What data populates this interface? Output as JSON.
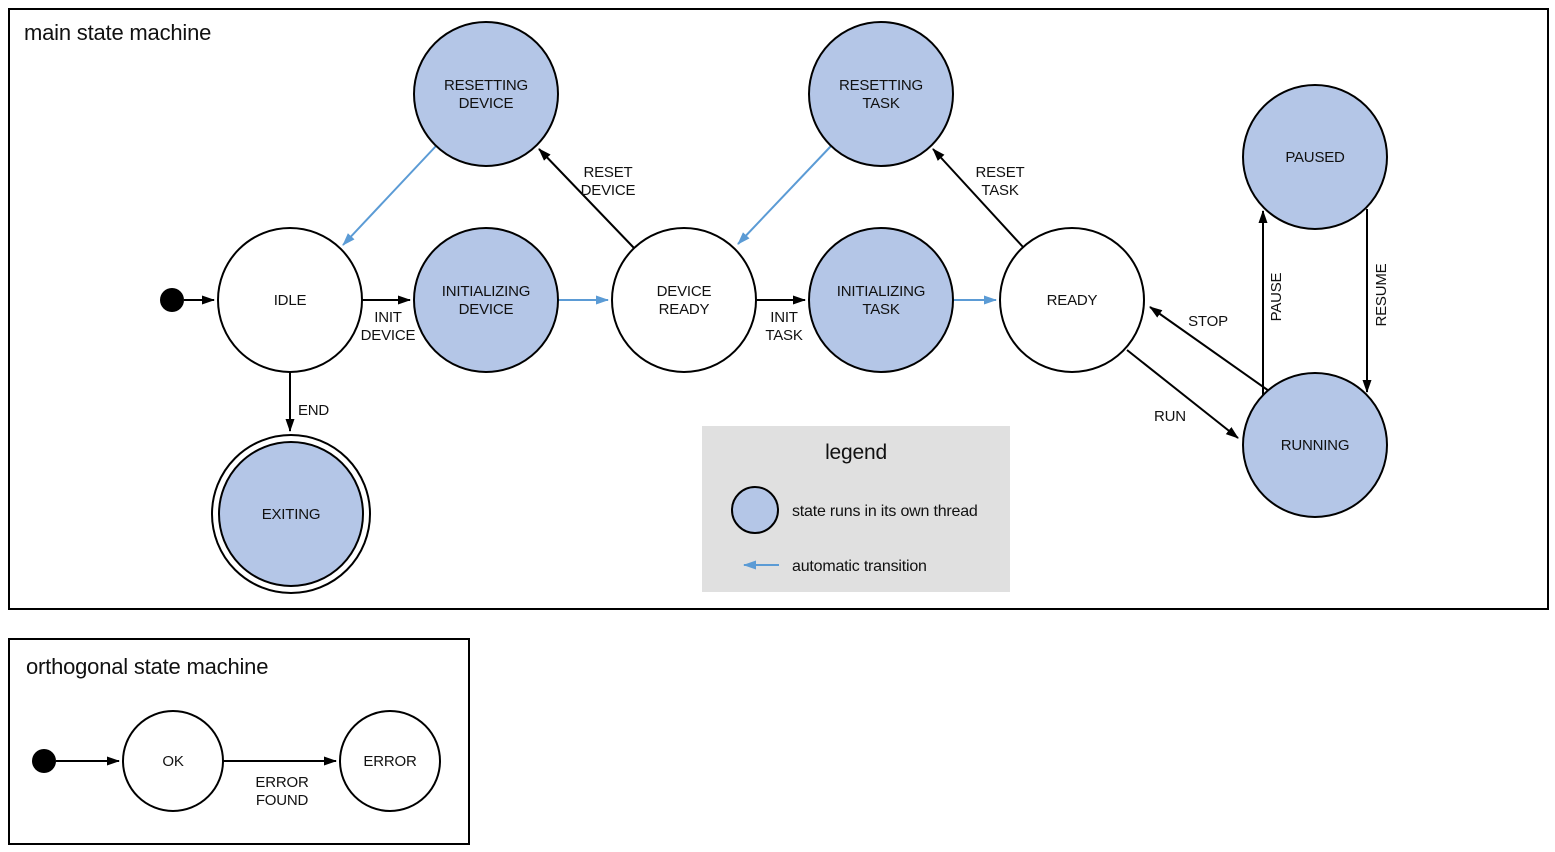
{
  "main": {
    "title": "main state machine",
    "states": {
      "resetting_device": {
        "line1": "RESETTING",
        "line2": "DEVICE"
      },
      "resetting_task": {
        "line1": "RESETTING",
        "line2": "TASK"
      },
      "initializing_device": {
        "line1": "INITIALIZING",
        "line2": "DEVICE"
      },
      "initializing_task": {
        "line1": "INITIALIZING",
        "line2": "TASK"
      },
      "device_ready": {
        "line1": "DEVICE",
        "line2": "READY"
      },
      "idle": {
        "label": "IDLE"
      },
      "ready": {
        "label": "READY"
      },
      "paused": {
        "label": "PAUSED"
      },
      "running": {
        "label": "RUNNING"
      },
      "exiting": {
        "label": "EXITING"
      }
    },
    "transitions": {
      "init_device": {
        "line1": "INIT",
        "line2": "DEVICE"
      },
      "init_task": {
        "line1": "INIT",
        "line2": "TASK"
      },
      "reset_device": {
        "line1": "RESET",
        "line2": "DEVICE"
      },
      "reset_task": {
        "line1": "RESET",
        "line2": "TASK"
      },
      "end": "END",
      "run": "RUN",
      "stop": "STOP",
      "pause": "PAUSE",
      "resume": "RESUME"
    },
    "legend": {
      "title": "legend",
      "thread_label": "state runs in its own thread",
      "auto_label": "automatic transition"
    }
  },
  "orthogonal": {
    "title": "orthogonal state machine",
    "states": {
      "ok": {
        "label": "OK"
      },
      "error": {
        "label": "ERROR"
      }
    },
    "transitions": {
      "error_found": {
        "line1": "ERROR",
        "line2": "FOUND"
      }
    }
  },
  "colors": {
    "threaded_state_fill": "#b4c6e7",
    "automatic_transition_blue": "#5b9bd5",
    "legend_background": "#e0e0e0",
    "line_stroke": "#000000"
  }
}
